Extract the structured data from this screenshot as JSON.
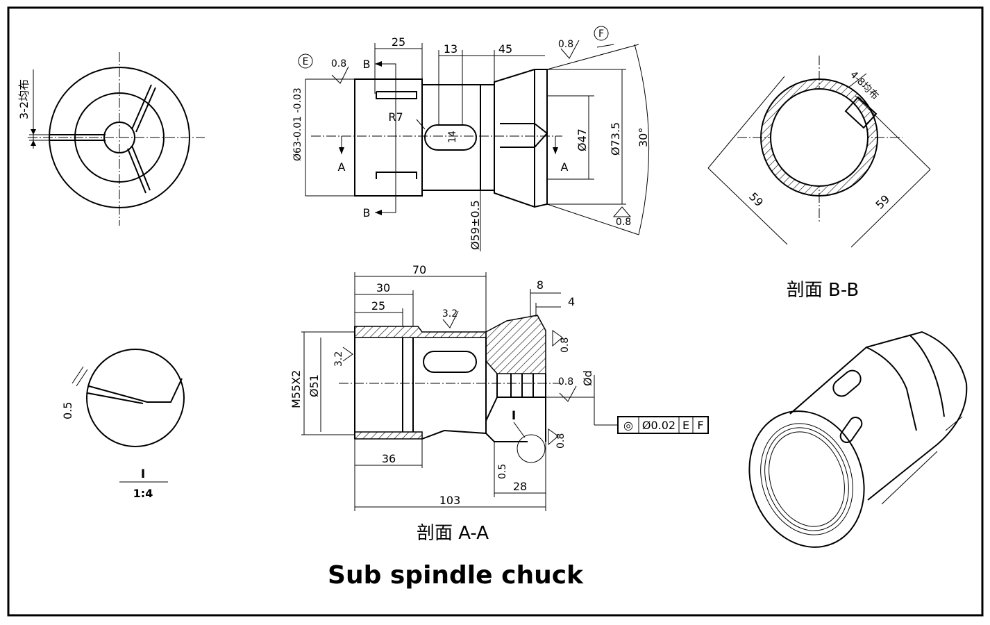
{
  "title": "Sub spindle chuck",
  "views": {
    "end_view": {
      "slot_note": "3-2均布"
    },
    "detail_view": {
      "label": "I",
      "scale": "1:4",
      "dim": "0.5"
    },
    "side_view": {
      "dims": [
        "25",
        "13",
        "45",
        "0.8",
        "0.8",
        "Ø63-0.01 -0.03",
        "R7",
        "14",
        "Ø47",
        "Ø73.5",
        "30°",
        "Ø59±0.5",
        "0.8"
      ],
      "section_marks": [
        "B",
        "B",
        "A",
        "A"
      ],
      "datums": [
        "E",
        "F"
      ]
    },
    "section_bb": {
      "heading": "剖面 B-B",
      "dims": [
        "59",
        "59"
      ],
      "note": "4-8均布"
    },
    "section_aa": {
      "heading": "剖面 A-A",
      "dims": [
        "70",
        "30",
        "25",
        "3.2",
        "8",
        "4",
        "0.8",
        "3.2",
        "M55X2",
        "Ø51",
        "0.8",
        "Ød",
        "I",
        "0.8",
        "36",
        "0.5",
        "28",
        "103"
      ],
      "tolerance_frame": [
        "◎",
        "Ø0.02",
        "E",
        "F"
      ]
    }
  }
}
